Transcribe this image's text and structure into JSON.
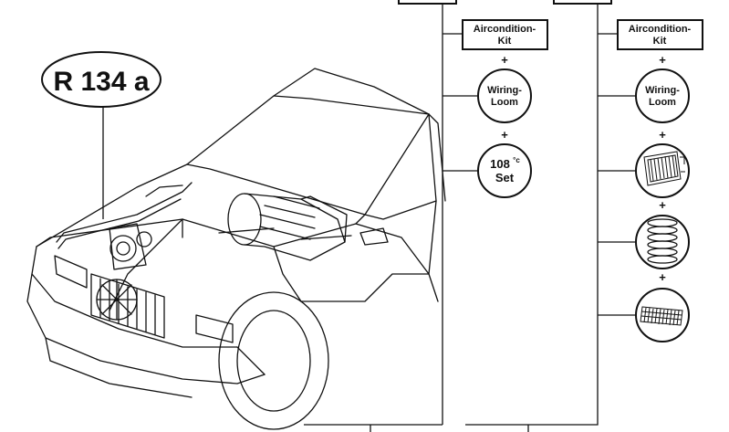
{
  "refrigerant_label": "R 134 a",
  "column_left": {
    "kit_line1": "Aircondition-",
    "kit_line2": "Kit",
    "plus_1": "+",
    "wiring_line1": "Wiring-",
    "wiring_line2": "Loom",
    "plus_2": "+",
    "set_number": "108",
    "set_unit": "°c",
    "set_word": "Set"
  },
  "column_right": {
    "kit_line1": "Aircondition-",
    "kit_line2": "Kit",
    "plus_1": "+",
    "wiring_line1": "Wiring-",
    "wiring_line2": "Loom",
    "plus_2": "+",
    "plus_3": "+",
    "plus_4": "+",
    "parts": [
      "radiator-icon",
      "coil-spring-icon",
      "grille-icon"
    ]
  }
}
